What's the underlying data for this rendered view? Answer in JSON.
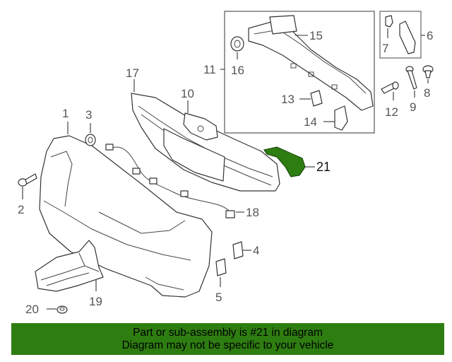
{
  "diagram": {
    "callouts": {
      "c1": "1",
      "c2": "2",
      "c3": "3",
      "c4": "4",
      "c5": "5",
      "c6": "6",
      "c7": "7",
      "c8": "8",
      "c9": "9",
      "c10": "10",
      "c11": "11",
      "c12": "12",
      "c13": "13",
      "c14": "14",
      "c15": "15",
      "c16": "16",
      "c17": "17",
      "c18": "18",
      "c19": "19",
      "c20": "20",
      "c21": "21"
    },
    "highlighted_part": "21",
    "highlight_color": "#2e7d11"
  },
  "banner": {
    "line1": "Part or sub-assembly is #21 in diagram",
    "line2": "Diagram may not be specific to your vehicle",
    "background": "#2e7d11"
  }
}
